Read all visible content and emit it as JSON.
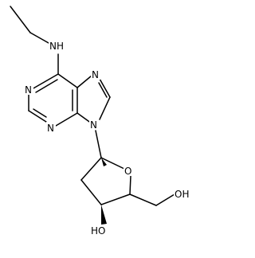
{
  "molecule": {
    "atoms": {
      "n_amine": "N",
      "h_amine": "H",
      "n1": "N",
      "n3": "N",
      "n7": "N",
      "n9": "N",
      "o_ring": "O",
      "oh_5": "OH",
      "ho_3": "HO"
    },
    "colors": {
      "bond": "#000000",
      "text": "#000000",
      "background": "#ffffff"
    }
  }
}
